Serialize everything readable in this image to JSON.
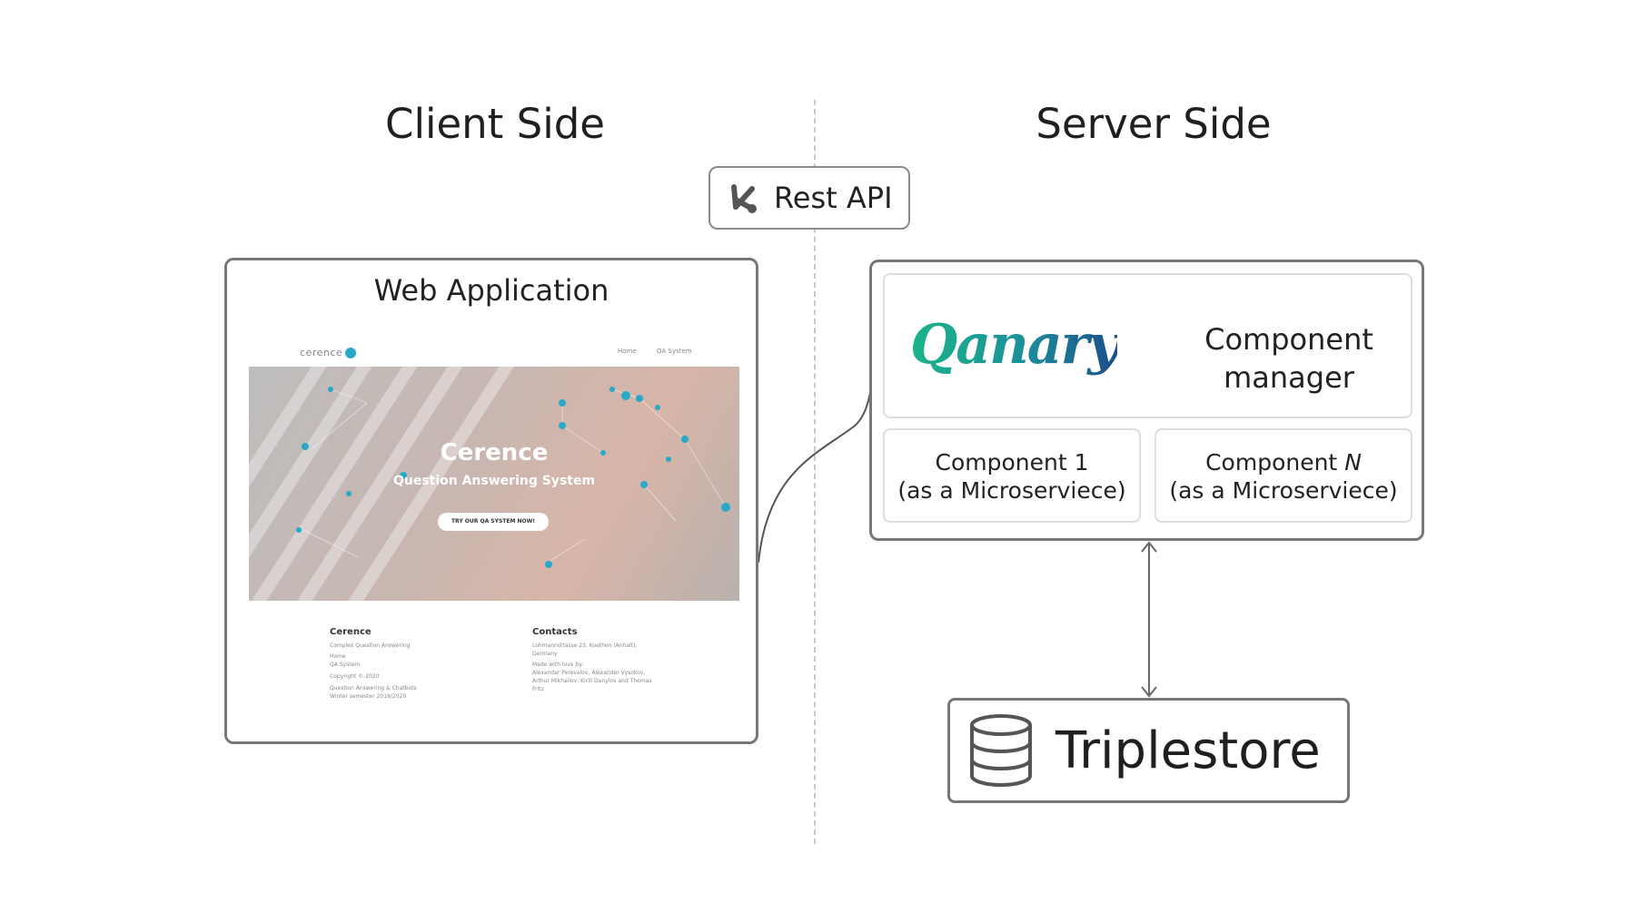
{
  "headings": {
    "client": "Client Side",
    "server": "Server Side"
  },
  "rest_api": {
    "label": "Rest API",
    "icon": "api-branch-icon"
  },
  "web_app": {
    "title": "Web Application",
    "screenshot": {
      "logo": "cerence",
      "nav": [
        "Home",
        "QA System"
      ],
      "hero_title": "Cerence",
      "hero_subtitle": "Question Answering System",
      "hero_button": "TRY OUR QA SYSTEM NOW!",
      "footer": {
        "left_heading": "Cerence",
        "left_lines": [
          "Complex Question Answering",
          "Home",
          "QA System",
          "Copyright © 2020",
          "Question Answering & Chatbots",
          "Winter semester 2019/2020"
        ],
        "right_heading": "Contacts",
        "right_lines": [
          "Lohmannstrasse 23, Koethen (Anhalt),",
          "Germany",
          "Made with love by:",
          "Alexander Perevalov, Alexander Vysokov,",
          "Arthur Mikhailov, Kirill Danylov and Thomas",
          "Fritz"
        ]
      }
    }
  },
  "server": {
    "logo": "Qanary",
    "manager_label_1": "Component",
    "manager_label_2": "manager",
    "component_1": {
      "line1": "Component 1",
      "line2": "(as a Microserviece)"
    },
    "component_n": {
      "line1_prefix": "Component ",
      "line1_italic": "N",
      "line2": "(as a Microserviece)"
    }
  },
  "triplestore": {
    "label": "Triplestore",
    "icon": "database-icon"
  },
  "colors": {
    "border": "#777777",
    "inner_border": "#dddddd",
    "qanary_green": "#1bb58a",
    "qanary_blue": "#1c4e8a",
    "accent_cyan": "#29a9c8"
  }
}
